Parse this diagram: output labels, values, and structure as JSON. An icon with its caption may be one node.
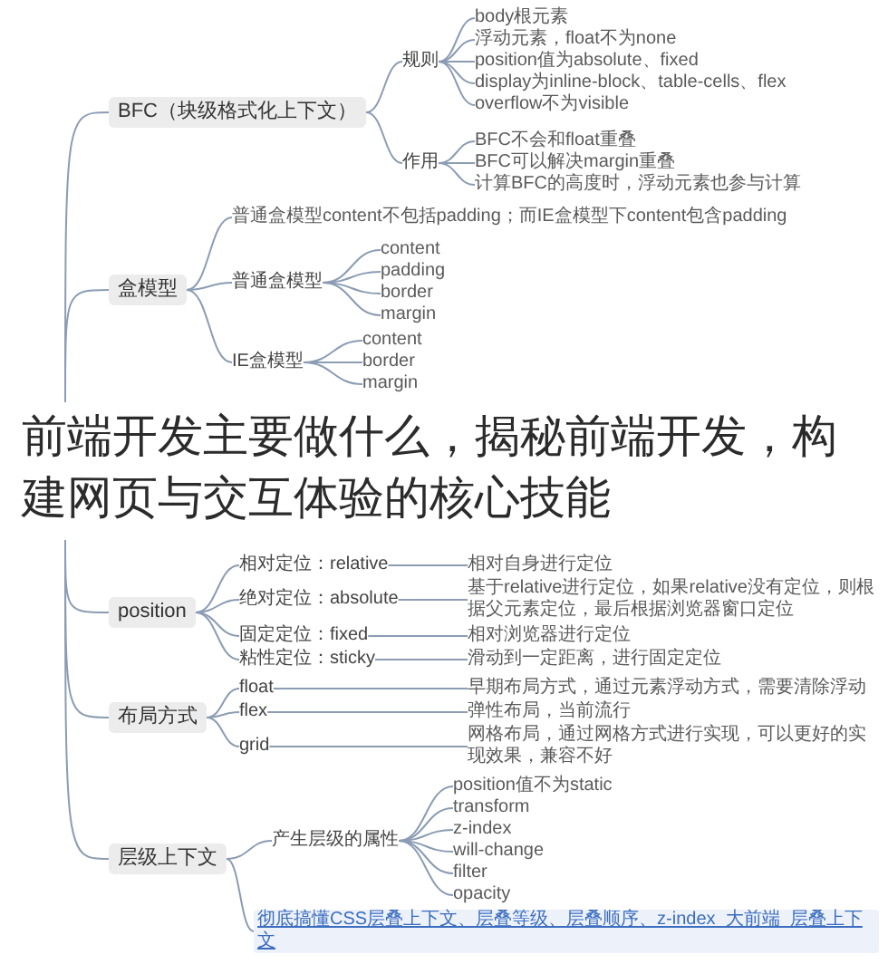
{
  "diagram": {
    "title": "前端开发主要做什么，揭秘前端开发，构建网页与交互体验的核心技能",
    "nodes": [
      {
        "text": [
          "BFC（块级格式化上下文）"
        ]
      },
      {
        "text": [
          "规则"
        ]
      },
      {
        "text": [
          "body根元素"
        ]
      },
      {
        "text": [
          "浮动元素，float不为none"
        ]
      },
      {
        "text": [
          "position值为absolute、fixed"
        ]
      },
      {
        "text": [
          "display为inline-block、table-cells、flex"
        ]
      },
      {
        "text": [
          "overflow不为visible"
        ]
      },
      {
        "text": [
          "作用"
        ]
      },
      {
        "text": [
          "BFC不会和float重叠"
        ]
      },
      {
        "text": [
          "BFC可以解决margin重叠"
        ]
      },
      {
        "text": [
          "计算BFC的高度时，浮动元素也参与计算"
        ]
      },
      {
        "text": [
          "盒模型"
        ]
      },
      {
        "text": [
          "普通盒模型content不包括padding；而IE盒模型下content包含padding"
        ]
      },
      {
        "text": [
          "普通盒模型"
        ]
      },
      {
        "text": [
          "content"
        ]
      },
      {
        "text": [
          "padding"
        ]
      },
      {
        "text": [
          "border"
        ]
      },
      {
        "text": [
          "margin"
        ]
      },
      {
        "text": [
          "IE盒模型"
        ]
      },
      {
        "text": [
          "content"
        ]
      },
      {
        "text": [
          "border"
        ]
      },
      {
        "text": [
          "margin"
        ]
      },
      {
        "text": [
          "position"
        ]
      },
      {
        "text": [
          "相对定位：relative"
        ]
      },
      {
        "text": [
          "相对自身进行定位"
        ]
      },
      {
        "text": [
          "绝对定位：absolute"
        ]
      },
      {
        "text": [
          "基于relative进行定位，如果relative没有定位，则根据父元素定位，最后根据浏览器窗口定位"
        ]
      },
      {
        "text": [
          "固定定位：fixed"
        ]
      },
      {
        "text": [
          "相对浏览器进行定位"
        ]
      },
      {
        "text": [
          "粘性定位：sticky"
        ]
      },
      {
        "text": [
          "滑动到一定距离，进行固定定位"
        ]
      },
      {
        "text": [
          "布局方式"
        ]
      },
      {
        "text": [
          "float"
        ]
      },
      {
        "text": [
          "早期布局方式，通过元素浮动方式，需要清除浮动"
        ]
      },
      {
        "text": [
          "flex"
        ]
      },
      {
        "text": [
          "弹性布局，当前流行"
        ]
      },
      {
        "text": [
          "grid"
        ]
      },
      {
        "text": [
          "网格布局，通过网格方式进行实现，可以更好的实现效果，兼容不好"
        ]
      },
      {
        "text": [
          "层级上下文"
        ]
      },
      {
        "text": [
          "产生层级的属性"
        ]
      },
      {
        "text": [
          "position值不为static"
        ]
      },
      {
        "text": [
          "transform"
        ]
      },
      {
        "text": [
          "z-index"
        ]
      },
      {
        "text": [
          "will-change"
        ]
      },
      {
        "text": [
          "filter"
        ]
      },
      {
        "text": [
          "opacity"
        ]
      },
      {
        "text": [
          "彻底搞懂CSS层叠上下文、层叠等级、层叠顺序、z-index_大前端_层叠上下文"
        ]
      }
    ],
    "edges": [
      {
        "from": null,
        "to": 0,
        "arrow": "none"
      },
      {
        "from": 0,
        "to": 1,
        "arrow": "none"
      },
      {
        "from": 1,
        "to": 2,
        "arrow": "none"
      },
      {
        "from": 1,
        "to": 3,
        "arrow": "none"
      },
      {
        "from": 1,
        "to": 4,
        "arrow": "none"
      },
      {
        "from": 1,
        "to": 5,
        "arrow": "none"
      },
      {
        "from": 1,
        "to": 6,
        "arrow": "none"
      },
      {
        "from": 0,
        "to": 7,
        "arrow": "none"
      },
      {
        "from": 7,
        "to": 8,
        "arrow": "none"
      },
      {
        "from": 7,
        "to": 9,
        "arrow": "none"
      },
      {
        "from": 7,
        "to": 10,
        "arrow": "none"
      },
      {
        "from": null,
        "to": 11,
        "arrow": "none"
      },
      {
        "from": 11,
        "to": 12,
        "arrow": "none"
      },
      {
        "from": 11,
        "to": 13,
        "arrow": "none"
      },
      {
        "from": 13,
        "to": 14,
        "arrow": "none"
      },
      {
        "from": 13,
        "to": 15,
        "arrow": "none"
      },
      {
        "from": 13,
        "to": 16,
        "arrow": "none"
      },
      {
        "from": 13,
        "to": 17,
        "arrow": "none"
      },
      {
        "from": 11,
        "to": 18,
        "arrow": "none"
      },
      {
        "from": 18,
        "to": 19,
        "arrow": "none"
      },
      {
        "from": 18,
        "to": 20,
        "arrow": "none"
      },
      {
        "from": 18,
        "to": 21,
        "arrow": "none"
      },
      {
        "from": null,
        "to": 22,
        "arrow": "none"
      },
      {
        "from": 22,
        "to": 23,
        "arrow": "none"
      },
      {
        "from": 23,
        "to": 24,
        "arrow": "none"
      },
      {
        "from": 22,
        "to": 25,
        "arrow": "none"
      },
      {
        "from": 25,
        "to": 26,
        "arrow": "none"
      },
      {
        "from": 22,
        "to": 27,
        "arrow": "none"
      },
      {
        "from": 27,
        "to": 28,
        "arrow": "none"
      },
      {
        "from": 22,
        "to": 29,
        "arrow": "none"
      },
      {
        "from": 29,
        "to": 30,
        "arrow": "none"
      },
      {
        "from": null,
        "to": 31,
        "arrow": "none"
      },
      {
        "from": 31,
        "to": 32,
        "arrow": "none"
      },
      {
        "from": 32,
        "to": 33,
        "arrow": "none"
      },
      {
        "from": 31,
        "to": 34,
        "arrow": "none"
      },
      {
        "from": 34,
        "to": 35,
        "arrow": "none"
      },
      {
        "from": 31,
        "to": 36,
        "arrow": "none"
      },
      {
        "from": 36,
        "to": 37,
        "arrow": "none"
      },
      {
        "from": null,
        "to": 38,
        "arrow": "none"
      },
      {
        "from": 38,
        "to": 39,
        "arrow": "none"
      },
      {
        "from": 39,
        "to": 40,
        "arrow": "none"
      },
      {
        "from": 39,
        "to": 41,
        "arrow": "none"
      },
      {
        "from": 39,
        "to": 42,
        "arrow": "none"
      },
      {
        "from": 39,
        "to": 43,
        "arrow": "none"
      },
      {
        "from": 39,
        "to": 44,
        "arrow": "none"
      },
      {
        "from": 39,
        "to": 45,
        "arrow": "none"
      },
      {
        "from": 38,
        "to": 46,
        "arrow": "none"
      }
    ]
  }
}
